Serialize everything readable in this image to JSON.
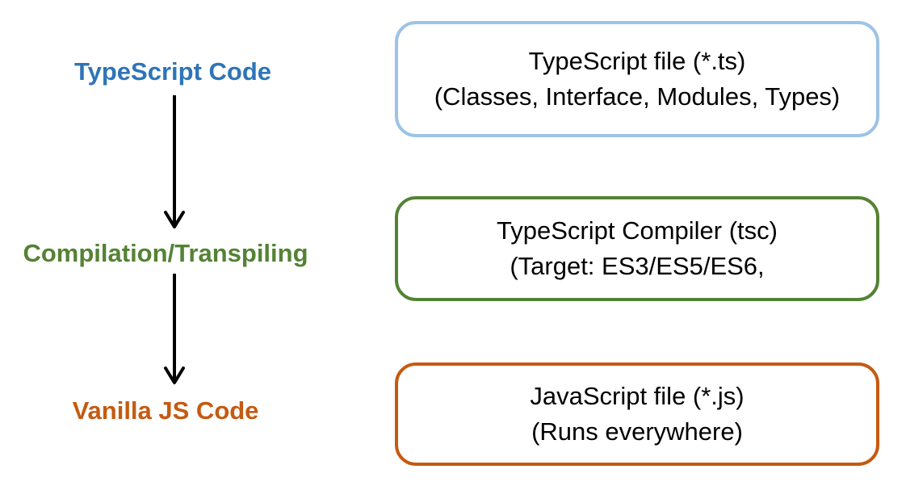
{
  "stages": [
    {
      "label": "TypeScript Code",
      "color": "#2e75b6",
      "box_border": "#9dc3e6",
      "box_lines": [
        "TypeScript file (*.ts)",
        "(Classes, Interface, Modules, Types)"
      ]
    },
    {
      "label": "Compilation/Transpiling",
      "color": "#548235",
      "box_border": "#548235",
      "box_lines": [
        "TypeScript Compiler (tsc)",
        "(Target: ES3/ES5/ES6,"
      ]
    },
    {
      "label": "Vanilla JS Code",
      "color": "#c55a11",
      "box_border": "#c55a11",
      "box_lines": [
        "JavaScript file (*.js)",
        "(Runs everywhere)"
      ]
    }
  ],
  "arrow_color": "#000000"
}
